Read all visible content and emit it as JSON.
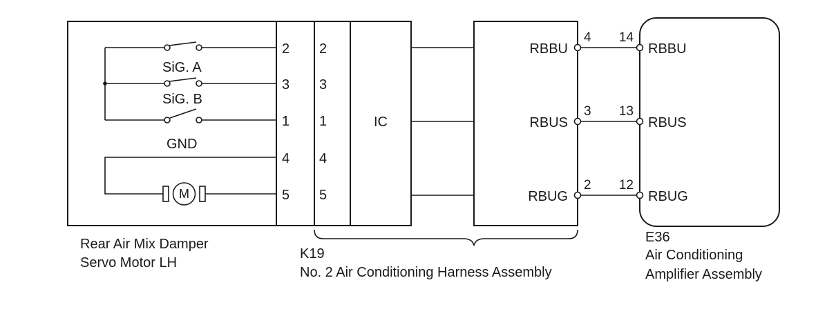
{
  "motor": {
    "switch_labels": [
      "SiG. A",
      "SiG. B",
      "GND"
    ],
    "pins": [
      "2",
      "3",
      "1",
      "4",
      "5"
    ],
    "motor_symbol": "M",
    "name_line1": "Rear Air Mix Damper",
    "name_line2": "Servo Motor LH"
  },
  "harness": {
    "connector_pins": [
      "2",
      "3",
      "1",
      "4",
      "5"
    ],
    "ic_label": "IC",
    "terminals": [
      {
        "label": "RBBU",
        "pin": "4"
      },
      {
        "label": "RBUS",
        "pin": "3"
      },
      {
        "label": "RBUG",
        "pin": "2"
      }
    ],
    "code": "K19",
    "name": "No. 2 Air Conditioning Harness Assembly"
  },
  "amplifier": {
    "terminals": [
      {
        "label": "RBBU",
        "pin": "14"
      },
      {
        "label": "RBUS",
        "pin": "13"
      },
      {
        "label": "RBUG",
        "pin": "12"
      }
    ],
    "code": "E36",
    "name_line1": "Air Conditioning",
    "name_line2": "Amplifier Assembly"
  }
}
